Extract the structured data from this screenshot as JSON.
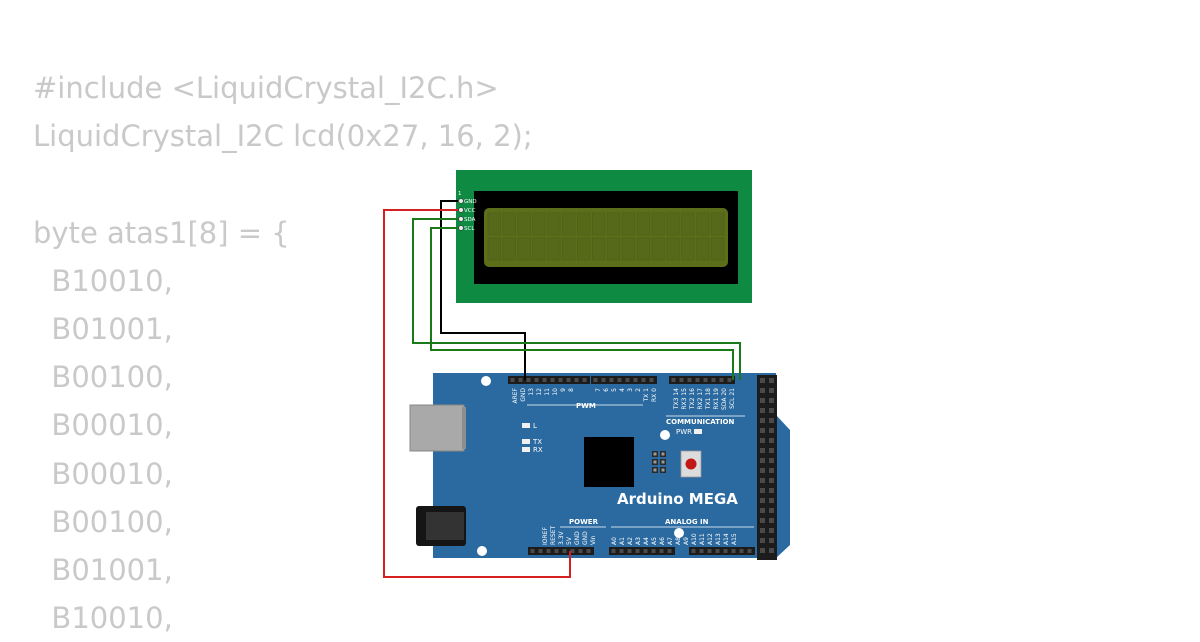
{
  "code": {
    "lines": [
      "#include <LiquidCrystal_I2C.h>",
      "LiquidCrystal_I2C lcd(0x27, 16, 2);",
      "",
      "byte atas1[8] = {",
      "  B10010,",
      "  B01001,",
      "  B00100,",
      "  B00010,",
      "  B00010,",
      "  B00100,",
      "  B01001,",
      "  B10010,"
    ]
  },
  "lcd": {
    "pin_index": "1",
    "pins": [
      "GND",
      "VCC",
      "SDA",
      "SCL"
    ],
    "board_color": "#0f8a43",
    "screen_color": "#5b6e1a"
  },
  "board": {
    "name": "Arduino MEGA",
    "color": "#2b6aa0",
    "section_pwm": "PWM",
    "section_communication": "COMMUNICATION",
    "section_power": "POWER",
    "section_analog": "ANALOG IN",
    "led_l": "L",
    "led_tx": "TX",
    "led_rx": "RX",
    "led_pwr": "PWR",
    "top_pins_left": [
      "AREF",
      "GND",
      "13",
      "12",
      "11",
      "10",
      "9",
      "8"
    ],
    "top_pins_mid": [
      "7",
      "6",
      "5",
      "4",
      "3",
      "2",
      "TX 1",
      "RX 0"
    ],
    "top_pins_right": [
      "TX3 14",
      "RX3 15",
      "TX2 16",
      "RX2 17",
      "TX1 18",
      "RX1 19",
      "SDA 20",
      "SCL 21"
    ],
    "power_pins": [
      "IOREF",
      "RESET",
      "3.3V",
      "5V",
      "GND",
      "GND",
      "Vin"
    ],
    "analog_pins": [
      "A0",
      "A1",
      "A2",
      "A3",
      "A4",
      "A5",
      "A6",
      "A7",
      "A8",
      "A9",
      "A10",
      "A11",
      "A12",
      "A13",
      "A14",
      "A15"
    ]
  },
  "wires": {
    "gnd_color": "#000000",
    "vcc_color": "#d42020",
    "sda_color": "#1a7a1a",
    "scl_color": "#1a7a1a"
  }
}
